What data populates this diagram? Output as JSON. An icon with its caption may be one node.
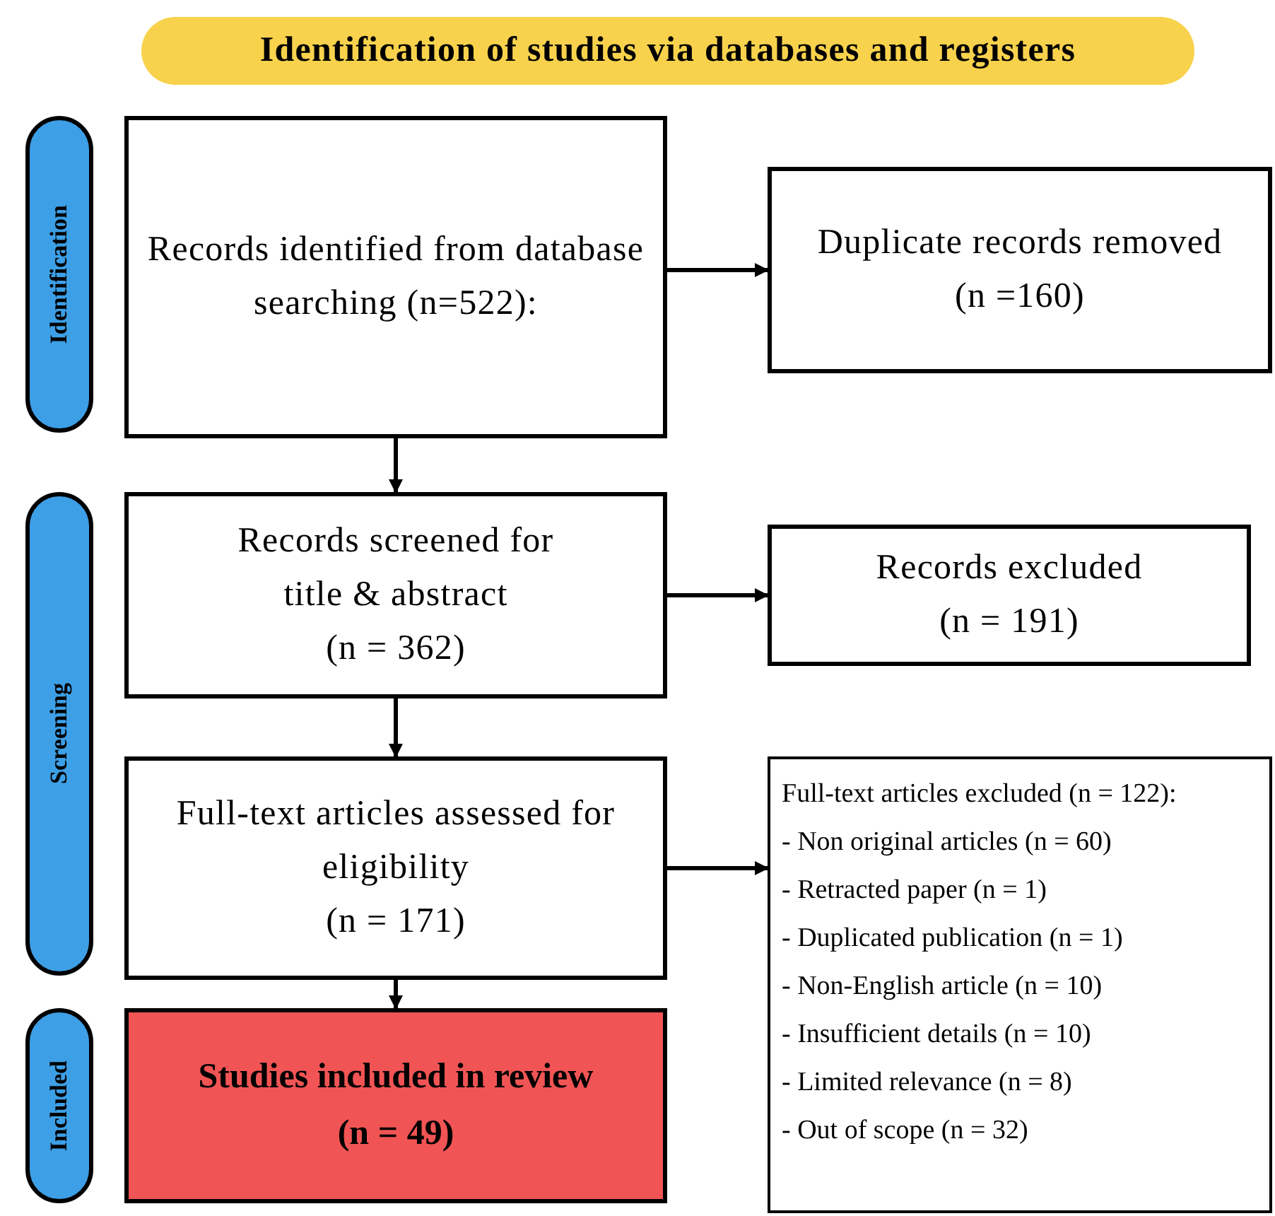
{
  "diagram": {
    "nodes": [
      {
        "text": [
          "Identification of studies via databases and registers"
        ]
      },
      {
        "text": [
          "Identification"
        ]
      },
      {
        "text": [
          "Screening"
        ]
      },
      {
        "text": [
          "Included"
        ]
      },
      {
        "text": [
          "Records identified from database searching (n=522):"
        ]
      },
      {
        "text": [
          "Duplicate records removed",
          "(n =160)"
        ]
      },
      {
        "text": [
          "Records screened for title & abstract",
          "(n = 362)"
        ]
      },
      {
        "text": [
          "Records excluded",
          "(n = 191)"
        ]
      },
      {
        "text": [
          "Full-text articles assessed for eligibility",
          "(n = 171)"
        ]
      },
      {
        "text": [
          "Full-text articles excluded (n = 122):",
          "- Non original articles (n = 60)",
          "- Retracted paper (n = 1)",
          "- Duplicated publication (n = 1)",
          "- Non-English article (n = 10)",
          "- Insufficient details (n = 10)",
          "- Limited relevance (n = 8)",
          "- Out of scope (n = 32)"
        ]
      },
      {
        "text": [
          "Studies included in review",
          "(n = 49)"
        ]
      }
    ],
    "edges": [
      {
        "from": 4,
        "to": 5,
        "arrow": "to"
      },
      {
        "from": 4,
        "to": 6,
        "arrow": "to"
      },
      {
        "from": 6,
        "to": 7,
        "arrow": "to"
      },
      {
        "from": 6,
        "to": 8,
        "arrow": "to"
      },
      {
        "from": 8,
        "to": 9,
        "arrow": "to"
      },
      {
        "from": 8,
        "to": 10,
        "arrow": "to"
      }
    ]
  }
}
